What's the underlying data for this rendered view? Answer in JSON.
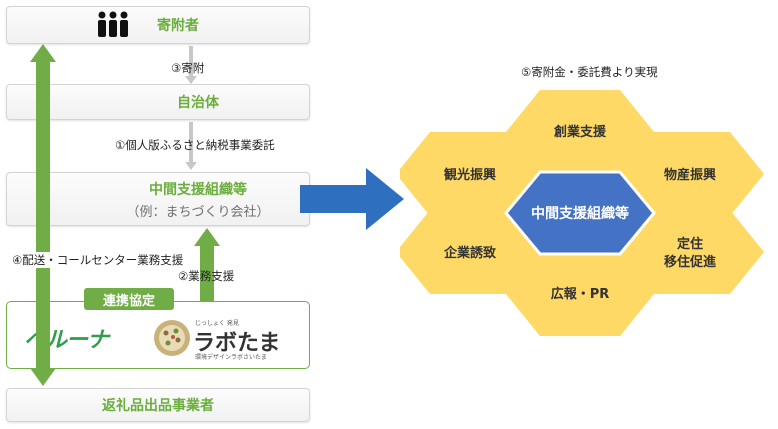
{
  "left_flow": {
    "donor": "寄附者",
    "step3": "③寄附",
    "municipality": "自治体",
    "step1": "①個人版ふるさと納税事業委託",
    "intermediary": "中間支援組織等",
    "intermediary_example": "（例：まちづくり会社）",
    "step4": "④配送・コールセンター業務支援",
    "step2": "②業務支援",
    "partnership": "連携協定",
    "partner1": "ベルーナ",
    "partner2": "ラボたま",
    "partner2_tagline": "じっしょく 発見",
    "partner2_sub": "環境デザインラボさいたま",
    "returns": "返礼品出品事業者"
  },
  "right": {
    "caption": "⑤寄附金・委託費より実現",
    "center": "中間支援組織等",
    "hexes": {
      "top": "創業支援",
      "upper_left": "観光振興",
      "upper_right": "物産振興",
      "lower_left": "企業誘致",
      "lower_right_1": "定住",
      "lower_right_2": "移住促進",
      "bottom": "広報・PR"
    }
  },
  "colors": {
    "green": "#70ad47",
    "green_text": "#6aae3c",
    "hex_yellow": "#ffd966",
    "hex_blue": "#4472c4",
    "big_arrow": "#2f6fbf"
  }
}
